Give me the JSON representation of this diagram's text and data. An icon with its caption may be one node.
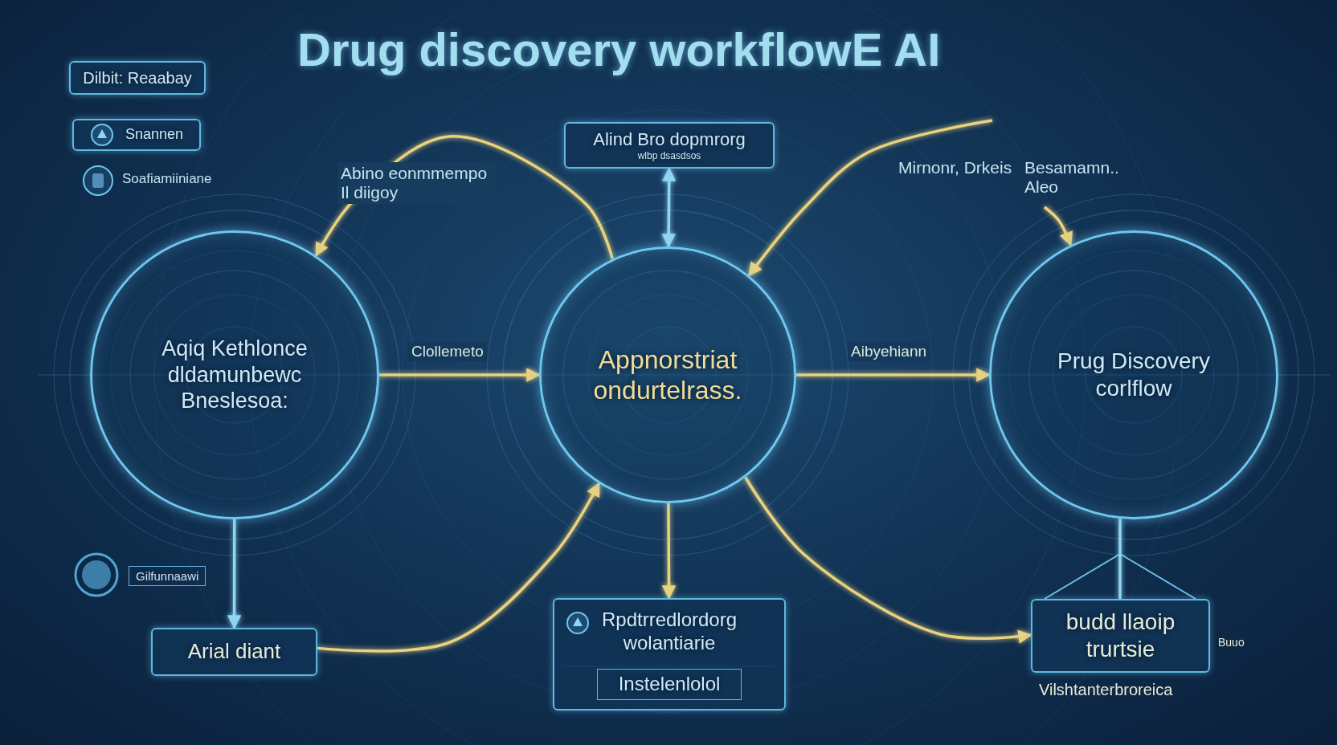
{
  "diagram": {
    "title": "Drug discovery workflowE AI",
    "nodes": [
      {
        "text": [
          "Dilbit: Reaabay"
        ]
      },
      {
        "text": [
          "Snannen"
        ]
      },
      {
        "text": [
          "Aqiq Kethlonce dldamunbewc Bneslesoa:"
        ]
      },
      {
        "text": [
          "Alind Bro dopmrorg",
          "wlbp dsasdsos"
        ]
      },
      {
        "text": [
          "Appnorstriat ondurtelrass."
        ]
      },
      {
        "text": [
          "Prug Discovery corlflow"
        ]
      },
      {
        "text": [
          "Arial diant"
        ]
      },
      {
        "text": [
          "Rpdtrredlordorg wolantiarie",
          "Instelenlolol"
        ]
      },
      {
        "text": [
          "budd llaoip trurtsie"
        ],
        "beside": [
          "Vilshtanterbroreica",
          "Buuo"
        ]
      }
    ],
    "edges": [
      {
        "from": 2,
        "to": 4,
        "arrow": "to",
        "label": "Clollemeto"
      },
      {
        "from": 4,
        "to": 5,
        "arrow": "to",
        "label": "Aibyehiann"
      },
      {
        "from": 3,
        "to": 4,
        "arrow": "both",
        "color": "#8fd6f2"
      },
      {
        "from": 4,
        "to": 7,
        "arrow": "to"
      },
      {
        "from": 2,
        "to": 6,
        "arrow": "to",
        "color": "#8fd6f2"
      },
      {
        "from": 6,
        "to": 4,
        "arrow": "to"
      },
      {
        "from": 4,
        "to": 8,
        "arrow": "to"
      },
      {
        "from": 4,
        "to": 2,
        "arrow": "to"
      },
      {
        "from": null,
        "to": 4,
        "arrow": "to"
      },
      {
        "from": null,
        "to": 5,
        "arrow": "to"
      },
      {
        "from": 5,
        "to": 8,
        "arrow": "none",
        "color": "#8fd6f2"
      }
    ],
    "labels": [
      "Soafiamiiniane",
      "Abino eonmmempo Il diigoy",
      "Mirnonr, Drkeis",
      "Besamamn.. Aleo",
      "Gilfunnaawi"
    ]
  }
}
